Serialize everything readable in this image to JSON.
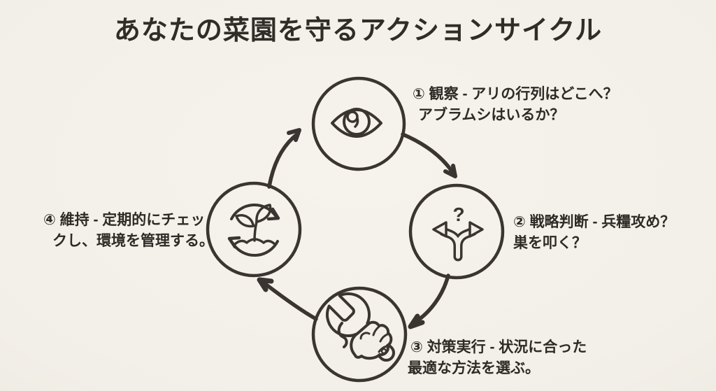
{
  "title": "あなたの菜園を守るアクションサイクル",
  "cycle": {
    "steps": [
      {
        "id": "observe",
        "icon": "eye-icon",
        "lines": [
          "① 観察 - アリの行列はどこへ？",
          "アブラムシはいるか？"
        ]
      },
      {
        "id": "strategy",
        "icon": "fork-arrows-icon",
        "lines": [
          "② 戦略判断 - 兵糧攻め？",
          "巣を叩く？"
        ]
      },
      {
        "id": "execute",
        "icon": "wrench-hand-icon",
        "lines": [
          "③ 対策実行 - 状況に合った",
          "最適な方法を選ぶ。"
        ]
      },
      {
        "id": "maintain",
        "icon": "sprout-cycle-icon",
        "lines": [
          "④ 維持 - 定期的にチェッ",
          "クし、環境を管理する。"
        ]
      }
    ],
    "question_mark": "?"
  },
  "colors": {
    "background": "#f2efe8",
    "ink": "#3a3531"
  }
}
